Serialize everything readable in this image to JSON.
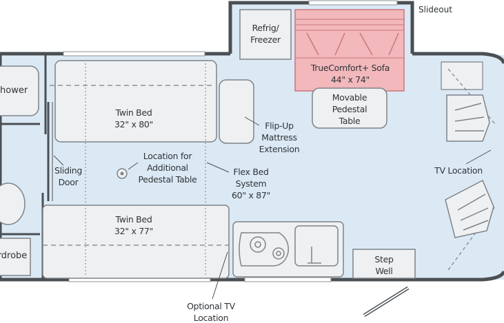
{
  "labels": {
    "slideout": "Slideout",
    "shower": "Shower",
    "wardrobe": "Wardrobe",
    "refrig_line1": "Refrig/",
    "refrig_line2": "Freezer",
    "sofa_line1": "TrueComfort+ Sofa",
    "sofa_line2": "44\" x 74\"",
    "movable_line1": "Movable",
    "movable_line2": "Pedestal",
    "movable_line3": "Table",
    "twin_bed_top_line1": "Twin Bed",
    "twin_bed_top_line2": "32\" x 80\"",
    "twin_bed_bottom_line1": "Twin Bed",
    "twin_bed_bottom_line2": "32\" x 77\"",
    "flipup_line1": "Flip-Up",
    "flipup_line2": "Mattress",
    "flipup_line3": "Extension",
    "sliding_line1": "Sliding",
    "sliding_line2": "Door",
    "location_line1": "Location for",
    "location_line2": "Additional",
    "location_line3": "Pedestal Table",
    "flexbed_line1": "Flex Bed",
    "flexbed_line2": "System",
    "flexbed_line3": "60\" x 87\"",
    "tv_location": "TV Location",
    "step_line1": "Step",
    "step_line2": "Well",
    "optional_tv_line1": "Optional TV",
    "optional_tv_line2": "Location"
  },
  "colors": {
    "floor": "#dbe9f5",
    "wall": "#4a4f53",
    "furniture": "#eef0f2",
    "furniture_stroke": "#7d8387",
    "sofa": "#f2b8bc",
    "sofa_stroke": "#c9767d",
    "dash": "#8d9296"
  }
}
